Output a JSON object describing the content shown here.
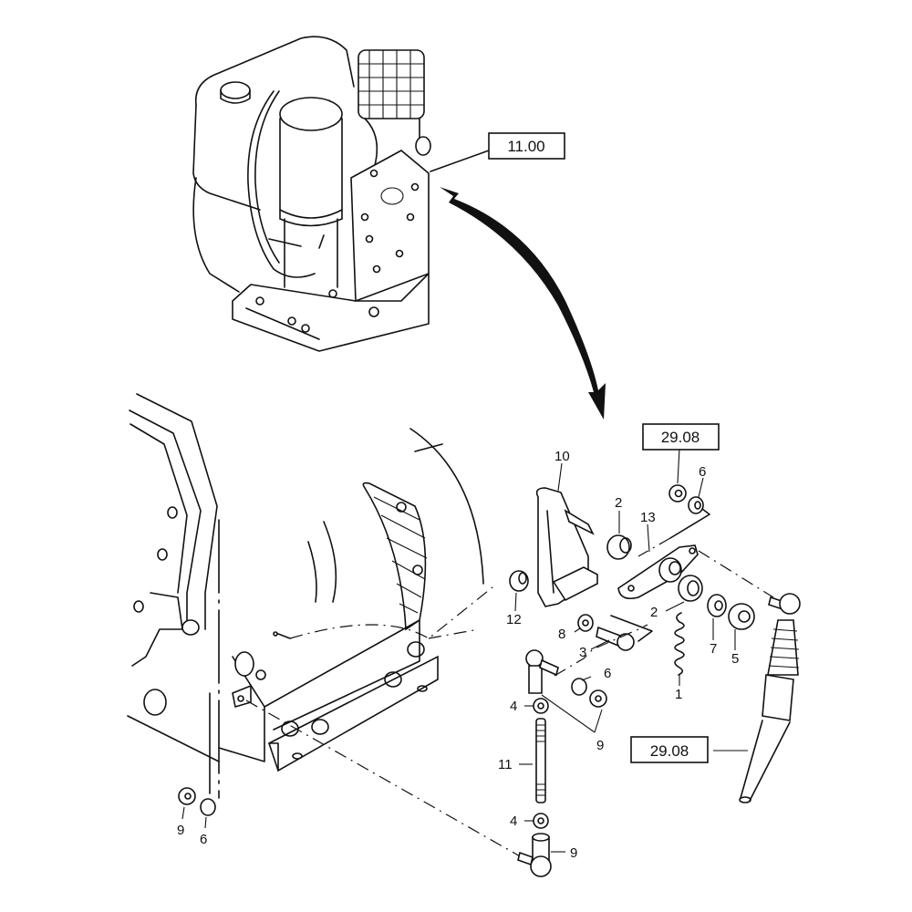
{
  "diagram": {
    "title": "Engine speed control linkage - exploded view",
    "reference_boxes": [
      {
        "id": "ref-engine",
        "text": "11.00"
      },
      {
        "id": "ref-top",
        "text": "29.08"
      },
      {
        "id": "ref-cable",
        "text": "29.08"
      }
    ],
    "callouts": [
      {
        "part": "10",
        "text": "10"
      },
      {
        "part": "2",
        "text": "2"
      },
      {
        "part": "13",
        "text": "13"
      },
      {
        "part": "6",
        "text": "6"
      },
      {
        "part": "12",
        "text": "12"
      },
      {
        "part": "8",
        "text": "8"
      },
      {
        "part": "3",
        "text": "3"
      },
      {
        "part": "2b",
        "text": "2"
      },
      {
        "part": "7",
        "text": "7"
      },
      {
        "part": "5",
        "text": "5"
      },
      {
        "part": "1",
        "text": "1"
      },
      {
        "part": "6b",
        "text": "6"
      },
      {
        "part": "4",
        "text": "4"
      },
      {
        "part": "9",
        "text": "9"
      },
      {
        "part": "11",
        "text": "11"
      },
      {
        "part": "4b",
        "text": "4"
      },
      {
        "part": "9b",
        "text": "9"
      },
      {
        "part": "9c",
        "text": "9"
      },
      {
        "part": "6c",
        "text": "6"
      }
    ]
  }
}
